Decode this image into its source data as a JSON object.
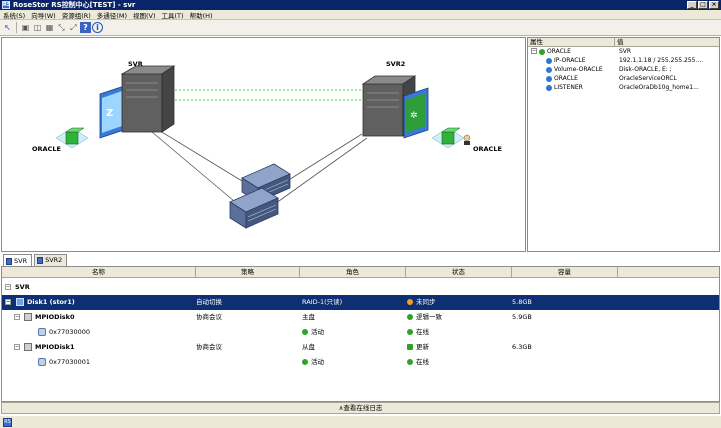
{
  "window": {
    "title": "RoseStor RS控制中心[TEST]   -   svr",
    "app_icon_text": "RS",
    "buttons": [
      "_",
      "□",
      "×"
    ]
  },
  "menu": [
    "系统(S)",
    "向导(W)",
    "资源组(R)",
    "多通径(M)",
    "视图(V)",
    "工具(T)",
    "帮助(H)"
  ],
  "toolbar": {
    "icons": [
      "pointer-icon",
      "server-icon",
      "disk-icon",
      "cluster-icon",
      "zoom-out-icon",
      "zoom-in-icon",
      "help-book-icon",
      "info-icon"
    ],
    "glyphs": [
      "↖",
      "▣",
      "◫",
      "▦",
      "⤡",
      "⤢",
      "?",
      "i"
    ]
  },
  "topology": {
    "nodes": [
      {
        "name": "SVR"
      },
      {
        "name": "SVR2"
      }
    ],
    "resources": [
      {
        "name": "ORACLE"
      },
      {
        "name": "ORACLE"
      }
    ]
  },
  "properties": {
    "header": {
      "name": "属性",
      "value": "值"
    },
    "rows": [
      {
        "name": "ORACLE",
        "value": "SVR",
        "color": "#2aa52a",
        "root": true
      },
      {
        "name": "IP-ORACLE",
        "value": "192.1.1.18 / 255.255.255....",
        "color": "#2a78d0"
      },
      {
        "name": "Volume-ORACLE",
        "value": "Disk-ORACLE, E: ;",
        "color": "#2a78d0"
      },
      {
        "name": "ORACLE",
        "value": "OracleServiceORCL",
        "color": "#2a78d0"
      },
      {
        "name": "LISTENER",
        "value": "OracleOraDb10g_home1...",
        "color": "#2a78d0"
      }
    ]
  },
  "tabs": [
    {
      "label": "SVR",
      "active": true
    },
    {
      "label": "SVR2",
      "active": false
    }
  ],
  "grid": {
    "columns": [
      "名称",
      "策略",
      "角色",
      "状态",
      "容量"
    ],
    "group": "SVR",
    "rows": [
      {
        "name": "Disk1 (stor1)",
        "policy": "自动切换",
        "role": "RAID-1(只读)",
        "status": "未同步",
        "status_color": "#f0a020",
        "capacity": "5.8GB",
        "selected": true
      },
      {
        "name": "MPIODisk0",
        "policy": "协商会议",
        "role": "主盘",
        "role_color": "",
        "status": "逻辑一致",
        "status_color": "#2aa52a",
        "capacity": "5.9GB"
      },
      {
        "name": "0x77030000",
        "policy": "",
        "role": "活动",
        "role_color": "#2aa52a",
        "status": "在线",
        "status_color": "#2aa52a",
        "capacity": ""
      },
      {
        "name": "MPIODisk1",
        "policy": "协商会议",
        "role": "从盘",
        "status": "更新",
        "status_color": "#2aa52a",
        "capacity": "6.3GB"
      },
      {
        "name": "0x77030001",
        "policy": "",
        "role": "活动",
        "role_color": "#2aa52a",
        "status": "在线",
        "status_color": "#2aa52a",
        "capacity": ""
      }
    ]
  },
  "logbar": {
    "label": "∧查看在线日志"
  },
  "status": {
    "icon_text": "RS"
  }
}
